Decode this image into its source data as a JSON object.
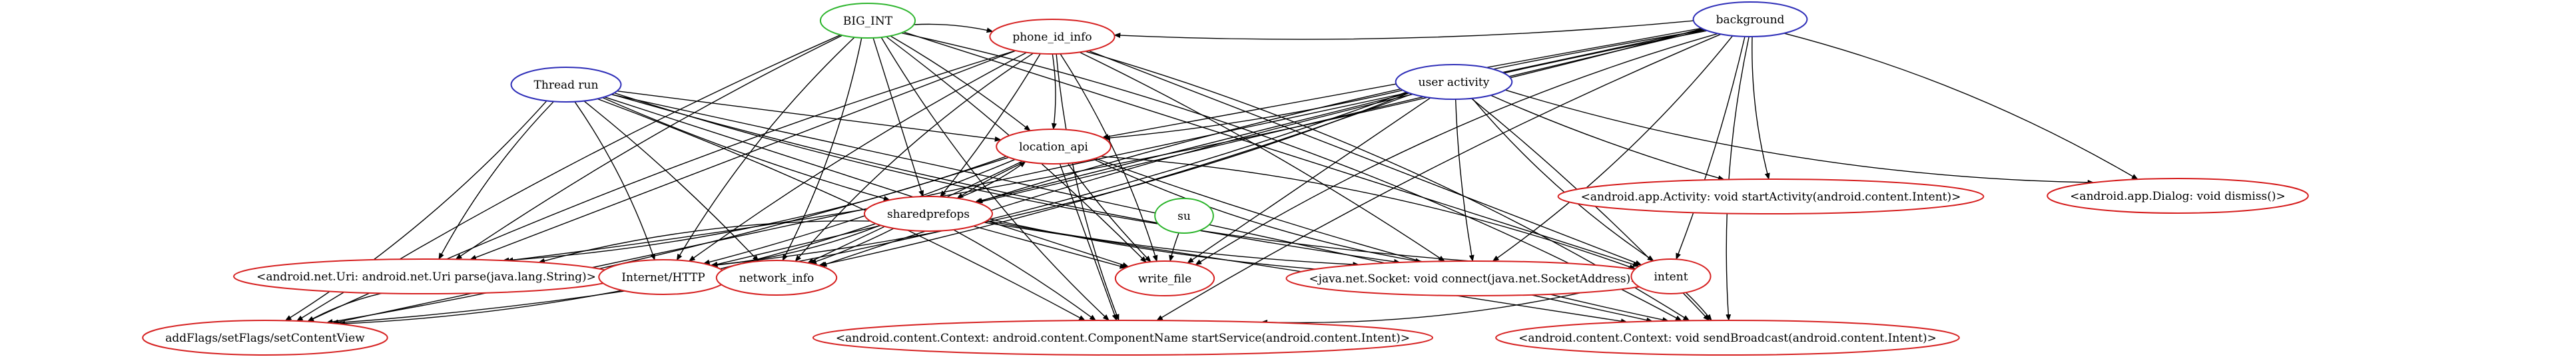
{
  "colors": {
    "source": "#2e2eb8",
    "sink": "#d62020",
    "root": "#2db52d",
    "edge": "#000000"
  },
  "graph": {
    "nodes": [
      {
        "id": "BIG_INT",
        "label": "BIG_INT",
        "group": "root"
      },
      {
        "id": "background",
        "label": "background",
        "group": "source"
      },
      {
        "id": "phone_id_info",
        "label": "phone_id_info",
        "group": "sink"
      },
      {
        "id": "user_activity",
        "label": "user activity",
        "group": "source"
      },
      {
        "id": "thread_run",
        "label": "Thread run",
        "group": "source"
      },
      {
        "id": "location_api",
        "label": "location_api",
        "group": "sink"
      },
      {
        "id": "start_activity",
        "label": "<android.app.Activity: void startActivity(android.content.Intent)>",
        "group": "sink"
      },
      {
        "id": "dialog_dismiss",
        "label": "<android.app.Dialog: void dismiss()>",
        "group": "sink"
      },
      {
        "id": "su",
        "label": "su",
        "group": "root"
      },
      {
        "id": "sharedprefops",
        "label": "sharedprefops",
        "group": "sink"
      },
      {
        "id": "uri_parse",
        "label": "<android.net.Uri: android.net.Uri parse(java.lang.String)>",
        "group": "sink"
      },
      {
        "id": "internet_http",
        "label": "Internet/HTTP",
        "group": "sink"
      },
      {
        "id": "network_info",
        "label": "network_info",
        "group": "sink"
      },
      {
        "id": "write_file",
        "label": "write_file",
        "group": "sink"
      },
      {
        "id": "socket_connect",
        "label": "<java.net.Socket: void connect(java.net.SocketAddress)>",
        "group": "sink"
      },
      {
        "id": "intent",
        "label": "intent",
        "group": "sink"
      },
      {
        "id": "add_flags",
        "label": "addFlags/setFlags/setContentView",
        "group": "sink"
      },
      {
        "id": "start_service",
        "label": "<android.content.Context: android.content.ComponentName startService(android.content.Intent)>",
        "group": "sink"
      },
      {
        "id": "send_broadcast",
        "label": "<android.content.Context: void sendBroadcast(android.content.Intent)>",
        "group": "sink"
      }
    ],
    "edges": [
      [
        "BIG_INT",
        "phone_id_info"
      ],
      [
        "BIG_INT",
        "location_api"
      ],
      [
        "BIG_INT",
        "sharedprefops"
      ],
      [
        "BIG_INT",
        "uri_parse"
      ],
      [
        "BIG_INT",
        "internet_http"
      ],
      [
        "BIG_INT",
        "network_info"
      ],
      [
        "BIG_INT",
        "write_file"
      ],
      [
        "BIG_INT",
        "intent"
      ],
      [
        "BIG_INT",
        "add_flags"
      ],
      [
        "BIG_INT",
        "start_service"
      ],
      [
        "BIG_INT",
        "send_broadcast"
      ],
      [
        "background",
        "phone_id_info"
      ],
      [
        "background",
        "location_api"
      ],
      [
        "background",
        "sharedprefops"
      ],
      [
        "background",
        "start_activity"
      ],
      [
        "background",
        "dialog_dismiss"
      ],
      [
        "background",
        "uri_parse"
      ],
      [
        "background",
        "internet_http"
      ],
      [
        "background",
        "network_info"
      ],
      [
        "background",
        "write_file"
      ],
      [
        "background",
        "socket_connect"
      ],
      [
        "background",
        "intent"
      ],
      [
        "background",
        "add_flags"
      ],
      [
        "background",
        "start_service"
      ],
      [
        "background",
        "send_broadcast"
      ],
      [
        "phone_id_info",
        "location_api"
      ],
      [
        "phone_id_info",
        "sharedprefops"
      ],
      [
        "phone_id_info",
        "uri_parse"
      ],
      [
        "phone_id_info",
        "internet_http"
      ],
      [
        "phone_id_info",
        "network_info"
      ],
      [
        "phone_id_info",
        "write_file"
      ],
      [
        "phone_id_info",
        "socket_connect"
      ],
      [
        "phone_id_info",
        "intent"
      ],
      [
        "phone_id_info",
        "add_flags"
      ],
      [
        "phone_id_info",
        "start_service"
      ],
      [
        "phone_id_info",
        "send_broadcast"
      ],
      [
        "user_activity",
        "location_api"
      ],
      [
        "user_activity",
        "sharedprefops"
      ],
      [
        "user_activity",
        "start_activity"
      ],
      [
        "user_activity",
        "dialog_dismiss"
      ],
      [
        "user_activity",
        "internet_http"
      ],
      [
        "user_activity",
        "network_info"
      ],
      [
        "user_activity",
        "write_file"
      ],
      [
        "user_activity",
        "socket_connect"
      ],
      [
        "user_activity",
        "intent"
      ],
      [
        "user_activity",
        "add_flags"
      ],
      [
        "user_activity",
        "send_broadcast"
      ],
      [
        "thread_run",
        "location_api"
      ],
      [
        "thread_run",
        "sharedprefops"
      ],
      [
        "thread_run",
        "uri_parse"
      ],
      [
        "thread_run",
        "internet_http"
      ],
      [
        "thread_run",
        "network_info"
      ],
      [
        "thread_run",
        "write_file"
      ],
      [
        "thread_run",
        "socket_connect"
      ],
      [
        "thread_run",
        "intent"
      ],
      [
        "thread_run",
        "add_flags"
      ],
      [
        "thread_run",
        "start_service"
      ],
      [
        "thread_run",
        "send_broadcast"
      ],
      [
        "location_api",
        "sharedprefops"
      ],
      [
        "sharedprefops",
        "location_api"
      ],
      [
        "location_api",
        "uri_parse"
      ],
      [
        "location_api",
        "internet_http"
      ],
      [
        "location_api",
        "network_info"
      ],
      [
        "location_api",
        "write_file"
      ],
      [
        "location_api",
        "socket_connect"
      ],
      [
        "location_api",
        "intent"
      ],
      [
        "location_api",
        "add_flags"
      ],
      [
        "location_api",
        "start_service"
      ],
      [
        "location_api",
        "send_broadcast"
      ],
      [
        "sharedprefops",
        "uri_parse"
      ],
      [
        "sharedprefops",
        "internet_http"
      ],
      [
        "sharedprefops",
        "network_info"
      ],
      [
        "sharedprefops",
        "write_file"
      ],
      [
        "sharedprefops",
        "socket_connect"
      ],
      [
        "sharedprefops",
        "intent"
      ],
      [
        "sharedprefops",
        "add_flags"
      ],
      [
        "sharedprefops",
        "start_service"
      ],
      [
        "sharedprefops",
        "send_broadcast"
      ],
      [
        "su",
        "write_file"
      ],
      [
        "uri_parse",
        "add_flags"
      ],
      [
        "intent",
        "start_service"
      ],
      [
        "intent",
        "send_broadcast"
      ]
    ]
  }
}
